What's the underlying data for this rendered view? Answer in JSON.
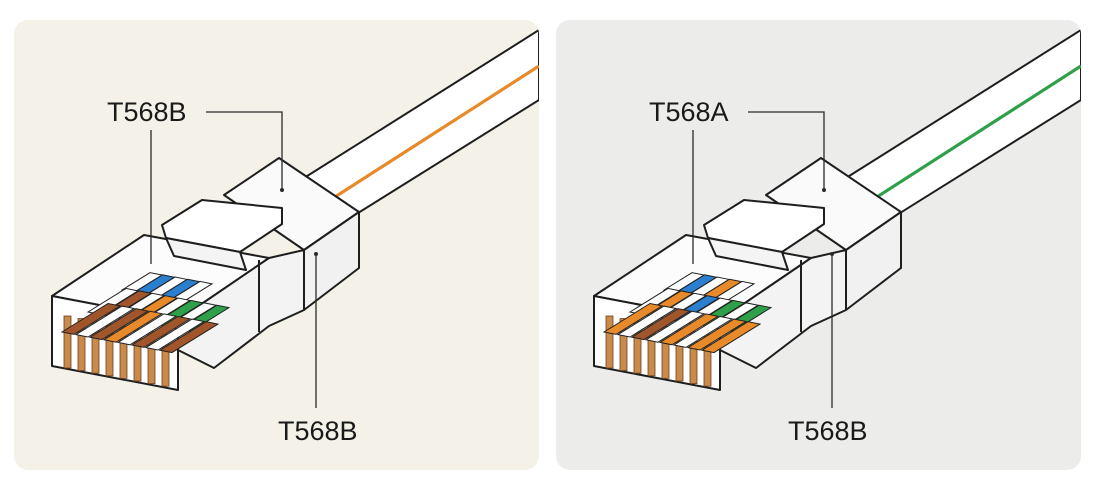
{
  "panels": [
    {
      "id": "left",
      "background": "#f3f1e8",
      "stripe_color": "#e8892a",
      "label_top": "T568B",
      "label_bottom": "T568B",
      "row1": [
        "#ffffff",
        "#2a7fcf",
        "#ffffff",
        "#2a7fcf",
        "#ffffff"
      ],
      "row2": [
        "#ffffff",
        "#a0562a",
        "#ffffff",
        "#e8892a",
        "#ffffff",
        "#2ea04a",
        "#ffffff",
        "#2ea04a"
      ],
      "row3": [
        "#a0562a",
        "#ffffff",
        "#a0562a",
        "#e8892a",
        "#ffffff",
        "#a0562a",
        "#ffffff",
        "#a0562a"
      ]
    },
    {
      "id": "right",
      "background": "#ececea",
      "stripe_color": "#2ea04a",
      "label_top": "T568A",
      "label_bottom": "T568B",
      "row1": [
        "#ffffff",
        "#2a7fcf",
        "#ffffff",
        "#e8892a",
        "#ffffff"
      ],
      "row2": [
        "#ffffff",
        "#e8892a",
        "#ffffff",
        "#2a7fcf",
        "#ffffff",
        "#2ea04a",
        "#ffffff",
        "#2ea04a"
      ],
      "row3": [
        "#e8892a",
        "#ffffff",
        "#a0562a",
        "#ffffff",
        "#e8892a",
        "#ffffff",
        "#e8892a",
        "#e8892a"
      ]
    }
  ]
}
